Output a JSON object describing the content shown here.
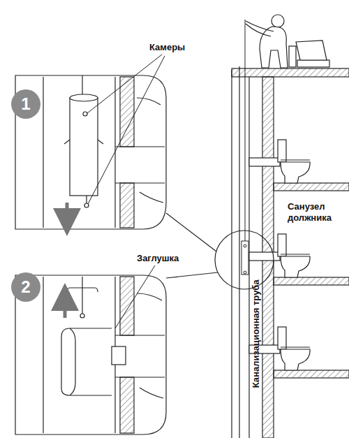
{
  "diagram": {
    "nodes": [
      {
        "text": [
          "1"
        ]
      },
      {
        "text": [
          "2"
        ]
      }
    ],
    "labels": [
      "Камеры",
      "Заглушка",
      "Санузел должника",
      "Канализационная труба"
    ]
  }
}
